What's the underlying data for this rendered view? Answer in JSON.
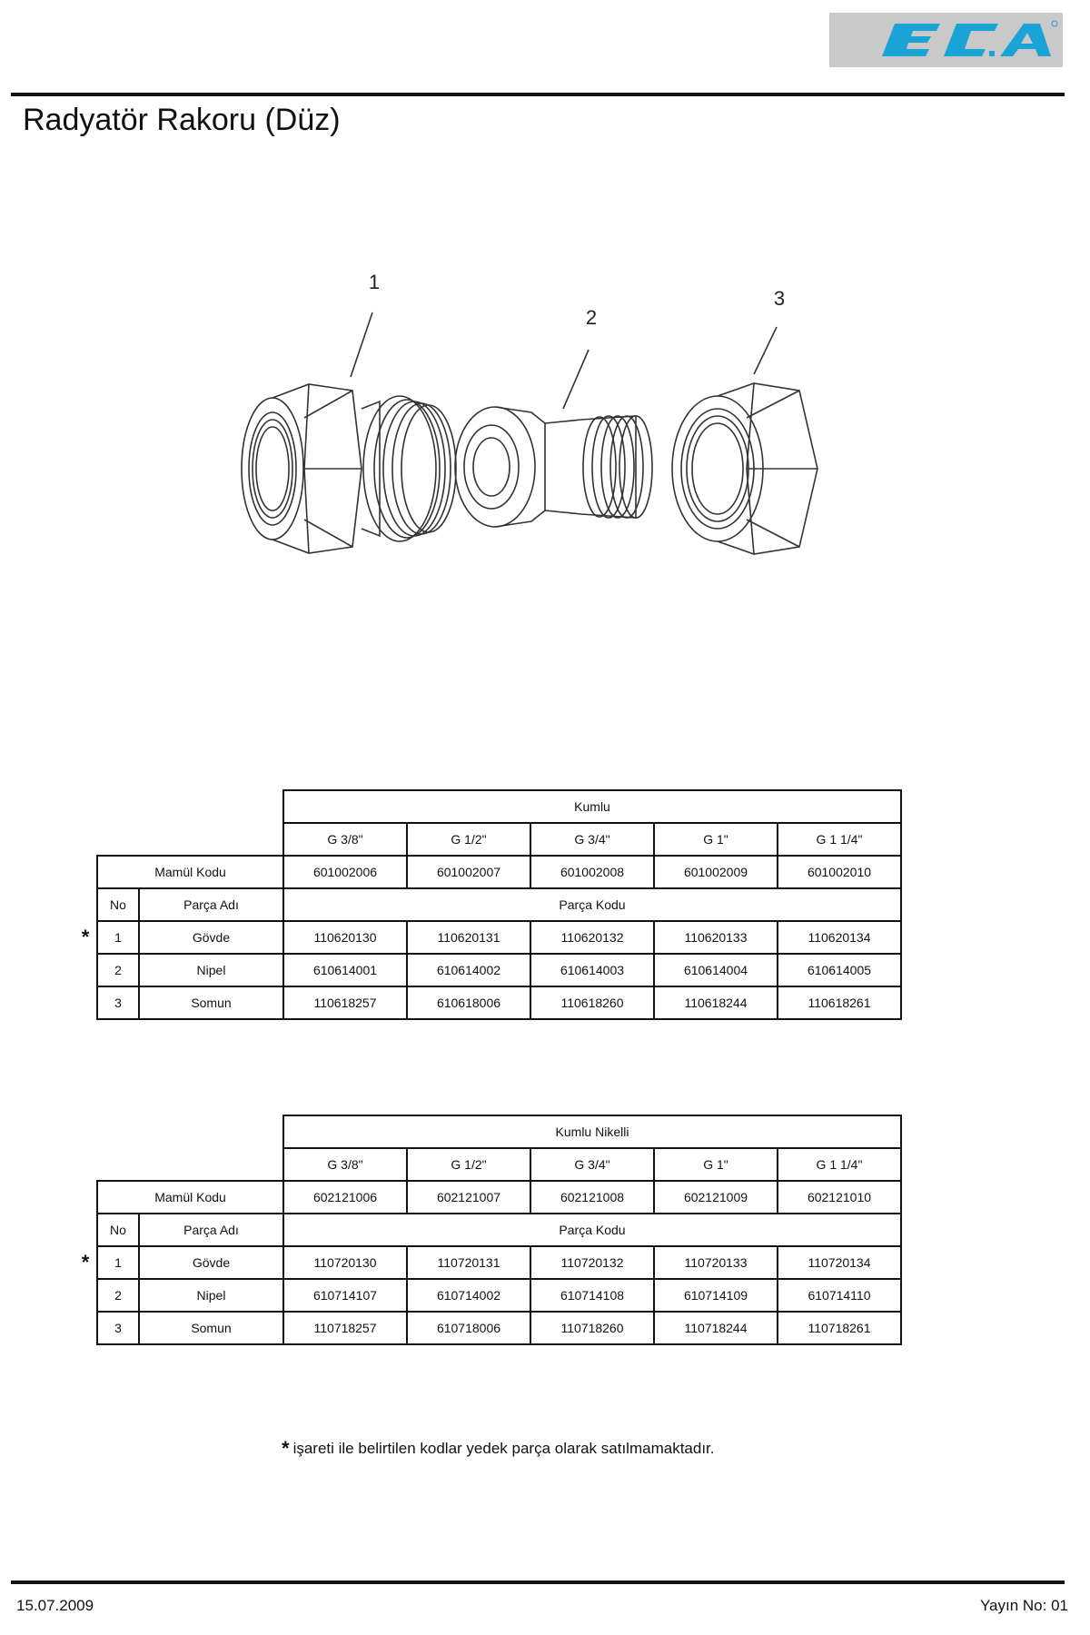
{
  "brand": {
    "logo_text": "E.C.A",
    "color": "#1aa3d6",
    "background": "#c9c9c9"
  },
  "title": "Radyatör Rakoru (Düz)",
  "callouts": [
    "1",
    "2",
    "3"
  ],
  "tables": [
    {
      "finish": "Kumlu",
      "sizes": [
        "G 3/8\"",
        "G 1/2\"",
        "G 3/4\"",
        "G 1\"",
        "G 1 1/4\""
      ],
      "product_code_label": "Mamül Kodu",
      "product_codes": [
        "601002006",
        "601002007",
        "601002008",
        "601002009",
        "601002010"
      ],
      "no_label": "No",
      "part_name_label": "Parça Adı",
      "part_code_label": "Parça Kodu",
      "rows": [
        {
          "marker": "*",
          "no": "1",
          "name": "Gövde",
          "codes": [
            "110620130",
            "110620131",
            "110620132",
            "110620133",
            "110620134"
          ]
        },
        {
          "marker": "",
          "no": "2",
          "name": "Nipel",
          "codes": [
            "610614001",
            "610614002",
            "610614003",
            "610614004",
            "610614005"
          ]
        },
        {
          "marker": "",
          "no": "3",
          "name": "Somun",
          "codes": [
            "110618257",
            "610618006",
            "110618260",
            "110618244",
            "110618261"
          ]
        }
      ]
    },
    {
      "finish": "Kumlu Nikelli",
      "sizes": [
        "G 3/8\"",
        "G 1/2\"",
        "G 3/4\"",
        "G 1\"",
        "G 1 1/4\""
      ],
      "product_code_label": "Mamül Kodu",
      "product_codes": [
        "602121006",
        "602121007",
        "602121008",
        "602121009",
        "602121010"
      ],
      "no_label": "No",
      "part_name_label": "Parça Adı",
      "part_code_label": "Parça Kodu",
      "rows": [
        {
          "marker": "*",
          "no": "1",
          "name": "Gövde",
          "codes": [
            "110720130",
            "110720131",
            "110720132",
            "110720133",
            "110720134"
          ]
        },
        {
          "marker": "",
          "no": "2",
          "name": "Nipel",
          "codes": [
            "610714107",
            "610714002",
            "610714108",
            "610714109",
            "610714110"
          ]
        },
        {
          "marker": "",
          "no": "3",
          "name": "Somun",
          "codes": [
            "110718257",
            "610718006",
            "110718260",
            "110718244",
            "110718261"
          ]
        }
      ]
    }
  ],
  "footnote": {
    "marker": "*",
    "text": "işareti ile belirtilen kodlar yedek parça olarak satılmamaktadır."
  },
  "footer": {
    "date": "15.07.2009",
    "issue": "Yayın No: 01"
  }
}
